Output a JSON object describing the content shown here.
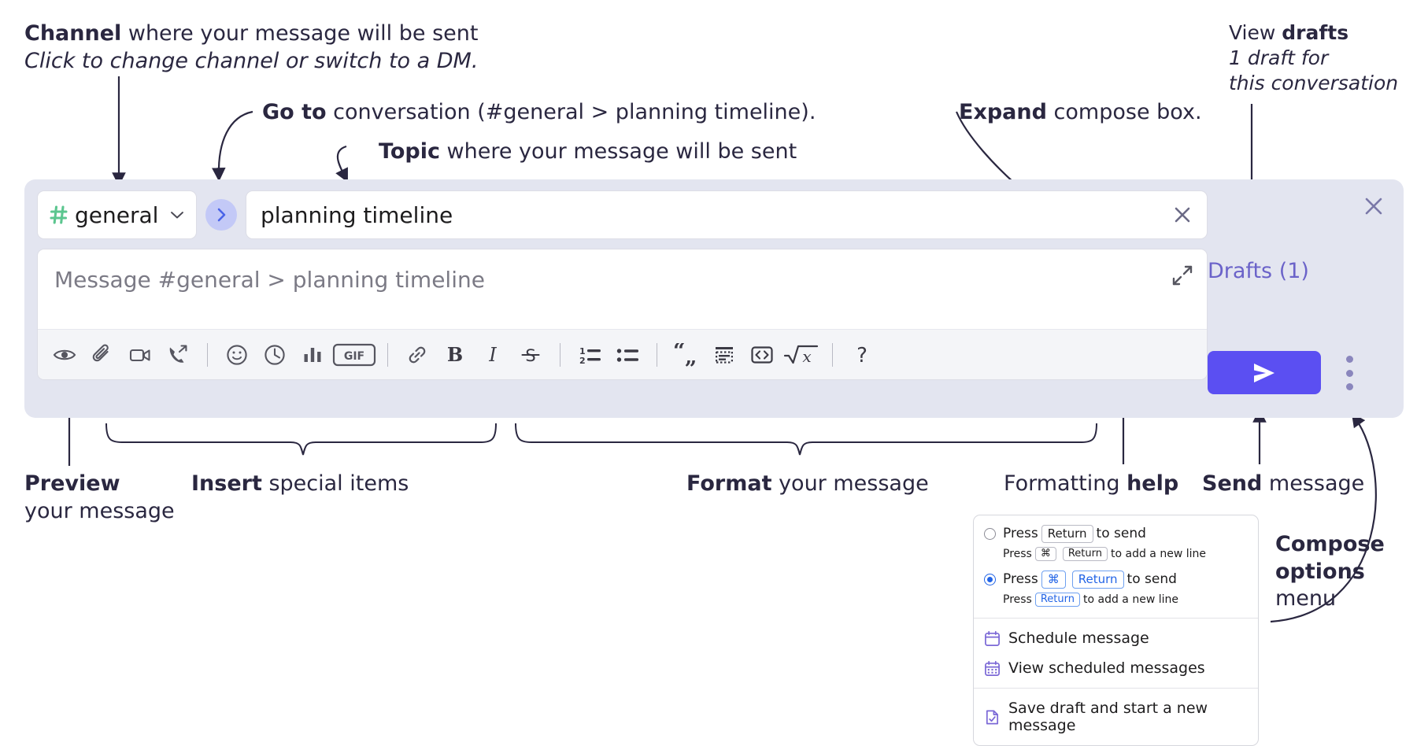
{
  "annotations": {
    "channel": {
      "bold": "Channel",
      "rest": " where your message will be sent",
      "italic": "Click to change channel or switch to a DM."
    },
    "goto": {
      "bold": "Go to",
      "rest": " conversation (#general > planning timeline)."
    },
    "topic": {
      "bold": "Topic",
      "rest": " where your message will be sent"
    },
    "expand": {
      "bold": "Expand",
      "rest": " compose box."
    },
    "drafts": {
      "plain": "View ",
      "bold": "drafts",
      "italic_1": "1 draft for",
      "italic_2": "this conversation"
    },
    "preview": {
      "bold": "Preview",
      "rest": "your message"
    },
    "insert": {
      "bold": "Insert",
      "rest": " special items"
    },
    "format": {
      "bold": "Format",
      "rest": " your message"
    },
    "formatting_help": {
      "plain": "Formatting ",
      "bold": "help"
    },
    "send": {
      "bold": "Send",
      "rest": " message"
    },
    "compose_options": {
      "bold_1": "Compose",
      "bold_2": "options",
      "rest": "menu"
    }
  },
  "compose": {
    "channel_name": "general",
    "channel_icon": "hash-icon",
    "goto_icon": "chevron-right-icon",
    "topic_value": "planning timeline",
    "topic_clear_icon": "close-icon",
    "message_placeholder": "Message #general > planning timeline",
    "expand_icon": "expand-diagonal-icon",
    "drafts_label": "Drafts (1)",
    "close_icon": "close-icon",
    "send_icon": "send-paperplane-icon",
    "options_icon": "kebab-menu-icon",
    "toolbar": [
      {
        "name": "preview-button",
        "icon": "eye-icon",
        "label": "Preview"
      },
      {
        "name": "attach-button",
        "icon": "paperclip-icon",
        "label": "Attach file"
      },
      {
        "name": "video-button",
        "icon": "video-camera-icon",
        "label": "Record video clip"
      },
      {
        "name": "audio-button",
        "icon": "phone-forward-icon",
        "label": "Record audio clip"
      },
      {
        "name": "separator-1",
        "icon": "divider",
        "label": ""
      },
      {
        "name": "emoji-button",
        "icon": "smiley-icon",
        "label": "Emoji"
      },
      {
        "name": "schedule-button",
        "icon": "clock-icon",
        "label": "Schedule"
      },
      {
        "name": "poll-button",
        "icon": "bar-chart-icon",
        "label": "Poll"
      },
      {
        "name": "gif-button",
        "icon": "gif-icon",
        "label": "GIF"
      },
      {
        "name": "separator-2",
        "icon": "divider",
        "label": ""
      },
      {
        "name": "link-button",
        "icon": "link-icon",
        "label": "Link"
      },
      {
        "name": "bold-button",
        "icon": "bold-icon",
        "label": "B"
      },
      {
        "name": "italic-button",
        "icon": "italic-icon",
        "label": "I"
      },
      {
        "name": "strikethrough-button",
        "icon": "strikethrough-icon",
        "label": "S"
      },
      {
        "name": "separator-3",
        "icon": "divider",
        "label": ""
      },
      {
        "name": "ordered-list-button",
        "icon": "ordered-list-icon",
        "label": "1 2"
      },
      {
        "name": "bulleted-list-button",
        "icon": "bulleted-list-icon",
        "label": ""
      },
      {
        "name": "separator-4",
        "icon": "divider",
        "label": ""
      },
      {
        "name": "blockquote-button",
        "icon": "quote-icon",
        "label": ""
      },
      {
        "name": "code-block-button",
        "icon": "code-block-icon",
        "label": ""
      },
      {
        "name": "inline-code-button",
        "icon": "code-brackets-icon",
        "label": "<>"
      },
      {
        "name": "math-button",
        "icon": "square-root-icon",
        "label": "√x"
      },
      {
        "name": "separator-5",
        "icon": "divider",
        "label": ""
      },
      {
        "name": "formatting-help-button",
        "icon": "question-mark-icon",
        "label": "?"
      }
    ]
  },
  "options_menu": {
    "radio_options": [
      {
        "selected": false,
        "press": "Press",
        "keys": [
          "Return"
        ],
        "action": "to send",
        "sub_press": "Press",
        "sub_keys": [
          "⌘",
          "Return"
        ],
        "sub_action": "to add a new line"
      },
      {
        "selected": true,
        "press": "Press",
        "keys": [
          "⌘",
          "Return"
        ],
        "action": "to send",
        "sub_press": "Press",
        "sub_keys": [
          "Return"
        ],
        "sub_action": "to add a new line"
      }
    ],
    "items": [
      {
        "icon": "calendar-icon",
        "label": "Schedule message"
      },
      {
        "icon": "calendar-grid-icon",
        "label": "View scheduled messages"
      },
      {
        "icon": "file-check-icon",
        "label": "Save draft and start a new message"
      }
    ]
  },
  "colors": {
    "panel_bg": "#e3e5f0",
    "send_button": "#5b4ff2",
    "drafts_text": "#6b63c9",
    "hash_green": "#5cc68f",
    "goto_circle": "#c3c9f7",
    "goto_chevron": "#4a63e8",
    "radio_blue": "#2264e6",
    "menu_icon_purple": "#7b68d6",
    "toolbar_icon": "#565660",
    "annotation_text": "#2a2740"
  }
}
